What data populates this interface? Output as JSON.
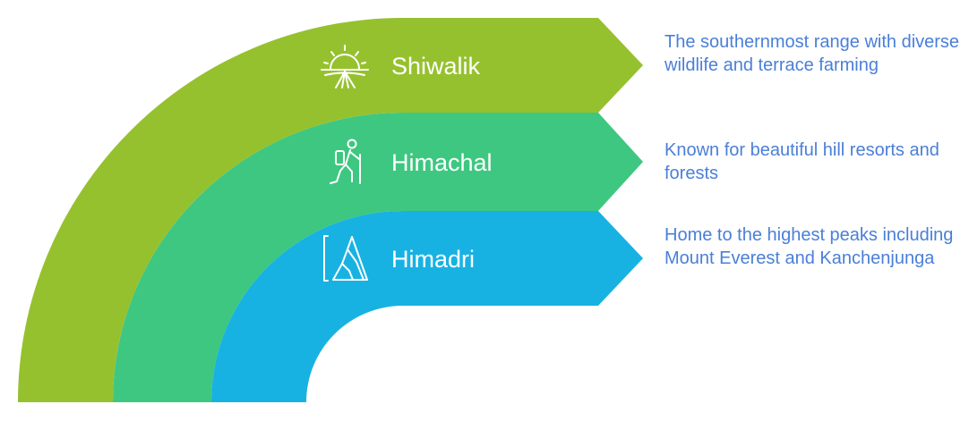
{
  "ranges": [
    {
      "name": "Shiwalik",
      "description": "The southernmost range with diverse wildlife and terrace farming",
      "icon": "sunrise-icon",
      "color": "#96c12f"
    },
    {
      "name": "Himachal",
      "description": "Known for beautiful hill resorts and forests",
      "icon": "hiker-icon",
      "color": "#3ec780"
    },
    {
      "name": "Himadri",
      "description": "Home to the highest peaks including Mount Everest and Kanchenjunga",
      "icon": "mountain-peak-icon",
      "color": "#18b2e2"
    }
  ],
  "colors": {
    "description_text": "#4a7fd8"
  }
}
